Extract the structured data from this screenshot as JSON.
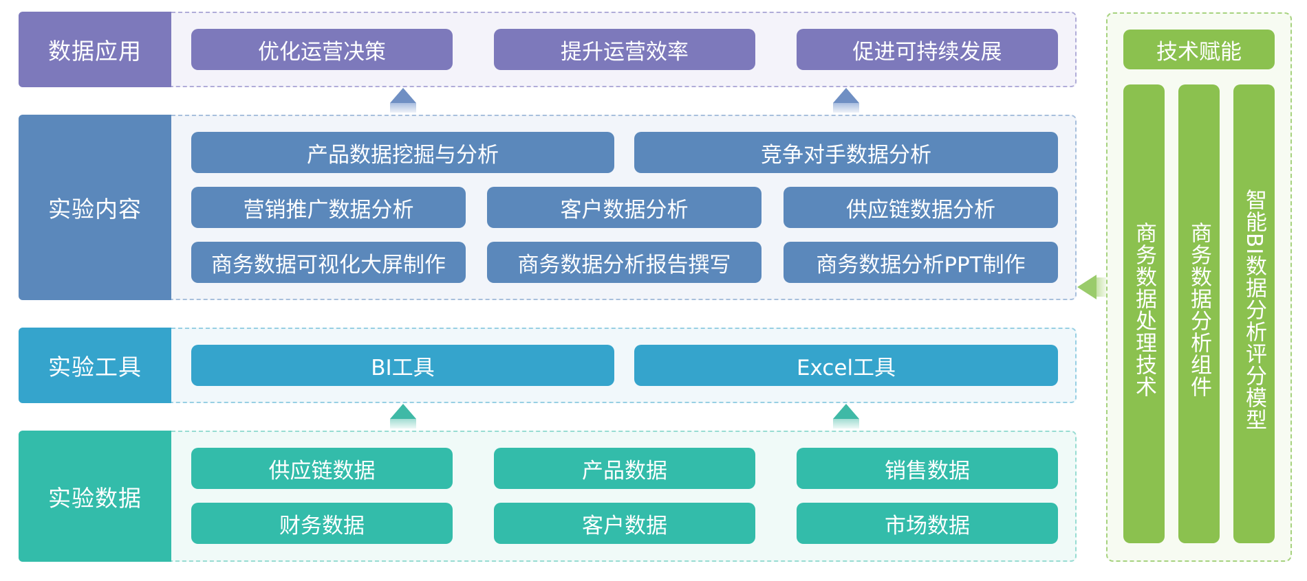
{
  "rows": {
    "application": {
      "label": "数据应用",
      "items": [
        "优化运营决策",
        "提升运营效率",
        "促进可持续发展"
      ]
    },
    "content": {
      "label": "实验内容",
      "items": [
        "产品数据挖掘与分析",
        "竞争对手数据分析",
        "营销推广数据分析",
        "客户数据分析",
        "供应链数据分析",
        "商务数据可视化大屏制作",
        "商务数据分析报告撰写",
        "商务数据分析PPT制作"
      ]
    },
    "tools": {
      "label": "实验工具",
      "items": [
        "BI工具",
        "Excel工具"
      ]
    },
    "data": {
      "label": "实验数据",
      "items": [
        "供应链数据",
        "产品数据",
        "销售数据",
        "财务数据",
        "客户数据",
        "市场数据"
      ]
    }
  },
  "tech": {
    "header": "技术赋能",
    "columns": [
      "商务数据处理技术",
      "商务数据分析组件",
      "智能BI数据分析评分模型"
    ]
  },
  "colors": {
    "purple": "#7d79bb",
    "blue": "#5b88bb",
    "cyan": "#35a4cc",
    "teal": "#33bcaa",
    "green": "#8bc14f"
  }
}
